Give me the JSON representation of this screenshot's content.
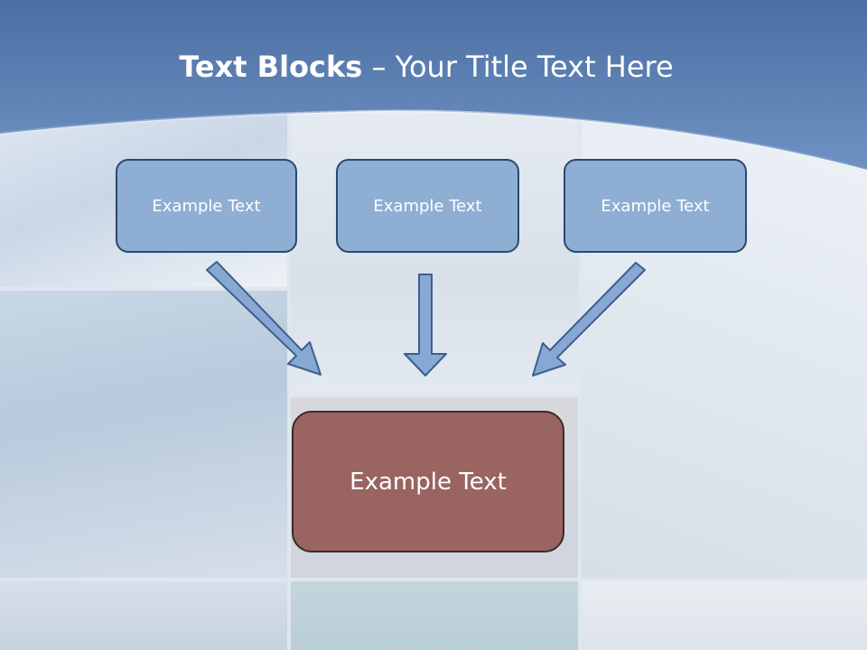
{
  "slide": {
    "title_bold": "Text Blocks",
    "title_rest": " – Your Title Text Here"
  },
  "blocks": [
    {
      "label": "Example Text"
    },
    {
      "label": "Example Text"
    },
    {
      "label": "Example Text"
    }
  ],
  "result_block": {
    "label": "Example Text"
  },
  "colors": {
    "header_band": "#5f83b7",
    "small_block_fill": "#8faed4",
    "small_block_border": "#2b4870",
    "result_block_fill": "#9a6460",
    "arrow_fill": "#87a8d2"
  }
}
